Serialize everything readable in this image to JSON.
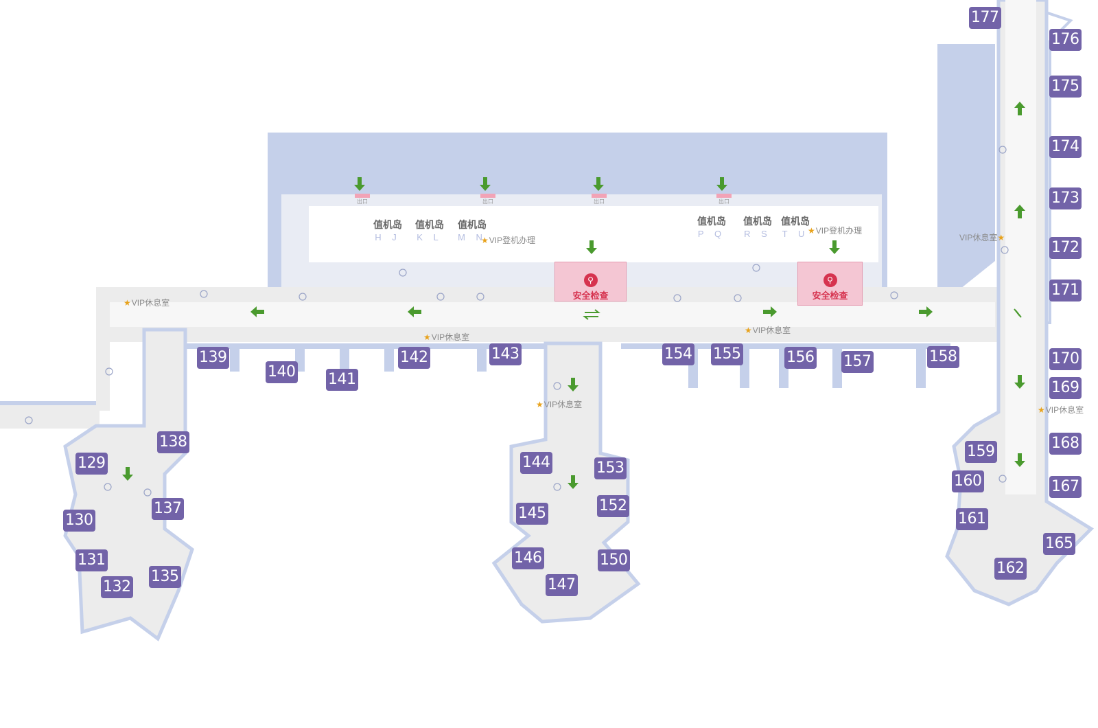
{
  "gates": [
    {
      "id": "177"
    },
    {
      "id": "176"
    },
    {
      "id": "175"
    },
    {
      "id": "174"
    },
    {
      "id": "173"
    },
    {
      "id": "172"
    },
    {
      "id": "171"
    },
    {
      "id": "170"
    },
    {
      "id": "169"
    },
    {
      "id": "168"
    },
    {
      "id": "167"
    },
    {
      "id": "165"
    },
    {
      "id": "162"
    },
    {
      "id": "161"
    },
    {
      "id": "160"
    },
    {
      "id": "159"
    },
    {
      "id": "158"
    },
    {
      "id": "157"
    },
    {
      "id": "156"
    },
    {
      "id": "155"
    },
    {
      "id": "154"
    },
    {
      "id": "153"
    },
    {
      "id": "152"
    },
    {
      "id": "150"
    },
    {
      "id": "147"
    },
    {
      "id": "146"
    },
    {
      "id": "145"
    },
    {
      "id": "144"
    },
    {
      "id": "143"
    },
    {
      "id": "142"
    },
    {
      "id": "141"
    },
    {
      "id": "140"
    },
    {
      "id": "139"
    },
    {
      "id": "138"
    },
    {
      "id": "137"
    },
    {
      "id": "135"
    },
    {
      "id": "132"
    },
    {
      "id": "131"
    },
    {
      "id": "130"
    },
    {
      "id": "129"
    }
  ],
  "checkin_islands": [
    {
      "title": "值机岛",
      "codes": "H J"
    },
    {
      "title": "值机岛",
      "codes": "K L"
    },
    {
      "title": "值机岛",
      "codes": "M N"
    },
    {
      "title": "值机岛",
      "codes": "P Q"
    },
    {
      "title": "值机岛",
      "codes": "R S"
    },
    {
      "title": "值机岛",
      "codes": "T U"
    }
  ],
  "security": [
    {
      "label": "安全检查"
    },
    {
      "label": "安全检查"
    }
  ],
  "vip_lounge_label": "VIP休息室",
  "vip_checkin_label": "VIP登机办理",
  "exit_label": "出口",
  "colors": {
    "gate": "#7263a8",
    "airside": "#c5d0ea",
    "corridor": "#ececec",
    "security": "#f4c6d3",
    "arrow": "#4a9a2e",
    "vip": "#e8a21b"
  }
}
